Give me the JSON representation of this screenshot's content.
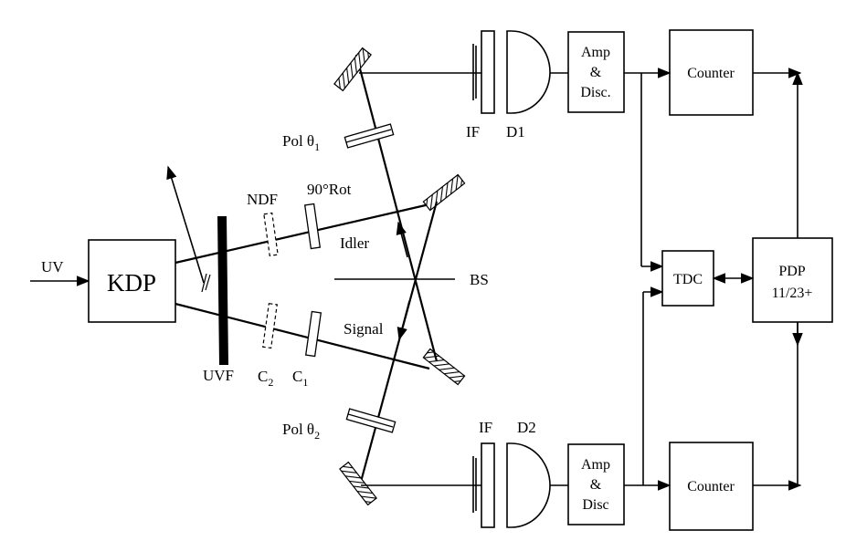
{
  "labels": {
    "uv": "UV",
    "kdp": "KDP",
    "uvf": "UVF",
    "ndf": "NDF",
    "rot": "90°Rot",
    "idler": "Idler",
    "signal": "Signal",
    "c2": "C",
    "c2_sub": "2",
    "c1": "C",
    "c1_sub": "1",
    "bs": "BS",
    "pol1": "Pol θ",
    "pol1_sub": "1",
    "pol2": "Pol θ",
    "pol2_sub": "2",
    "if_top": "IF",
    "d1": "D1",
    "if_bottom": "IF",
    "d2": "D2",
    "amp_top_1": "Amp",
    "amp_top_2": "&",
    "amp_top_3": "Disc.",
    "amp_bot_1": "Amp",
    "amp_bot_2": "&",
    "amp_bot_3": "Disc",
    "counter_top": "Counter",
    "counter_bottom": "Counter",
    "tdc": "TDC",
    "pdp_1": "PDP",
    "pdp_2": "11/23+"
  }
}
